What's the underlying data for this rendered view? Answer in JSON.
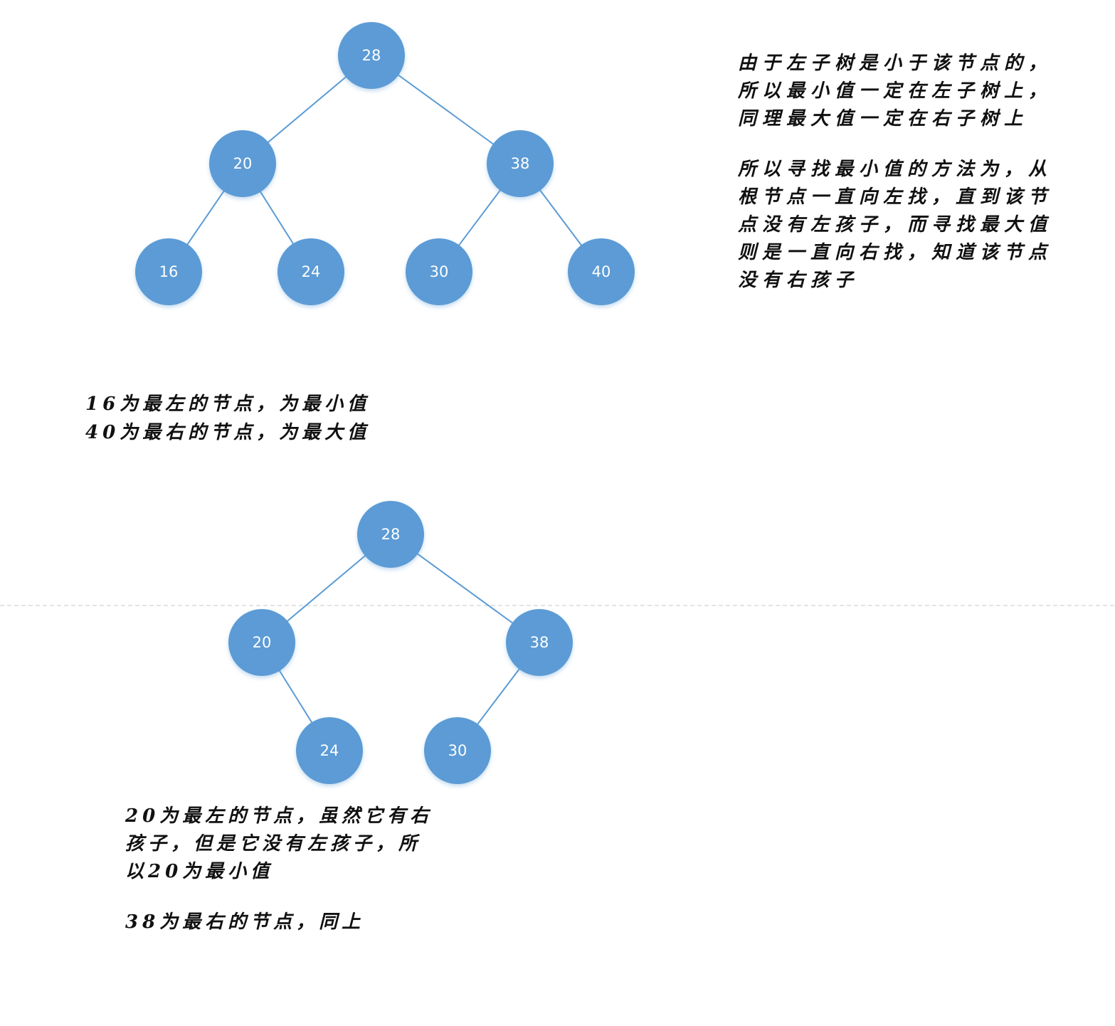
{
  "colors": {
    "node_fill": "#5b9bd5",
    "edge": "#5b9bd5",
    "node_text": "#ffffff",
    "separator": "#c8c8c8"
  },
  "tree1": {
    "nodes": [
      {
        "id": "28",
        "label": "28"
      },
      {
        "id": "20",
        "label": "20"
      },
      {
        "id": "38",
        "label": "38"
      },
      {
        "id": "16",
        "label": "16"
      },
      {
        "id": "24",
        "label": "24"
      },
      {
        "id": "30",
        "label": "30"
      },
      {
        "id": "40",
        "label": "40"
      }
    ],
    "edges": [
      [
        "28",
        "20"
      ],
      [
        "28",
        "38"
      ],
      [
        "20",
        "16"
      ],
      [
        "20",
        "24"
      ],
      [
        "38",
        "30"
      ],
      [
        "38",
        "40"
      ]
    ]
  },
  "tree2": {
    "nodes": [
      {
        "id": "28",
        "label": "28"
      },
      {
        "id": "20",
        "label": "20"
      },
      {
        "id": "38",
        "label": "38"
      },
      {
        "id": "24",
        "label": "24"
      },
      {
        "id": "30",
        "label": "30"
      }
    ],
    "edges": [
      [
        "28",
        "20"
      ],
      [
        "28",
        "38"
      ],
      [
        "20",
        "24"
      ],
      [
        "38",
        "30"
      ]
    ]
  },
  "notes": {
    "right": {
      "p1": [
        "由于左子树是小于该节点的，",
        "所以最小值一定在左子树上，",
        "同理最大值一定在右子树上"
      ],
      "p2": [
        "所以寻找最小值的方法为，从",
        "根节点一直向左找，直到该节",
        "点没有左孩子，而寻找最大值",
        "则是一直向右找，知道该节点",
        "没有右孩子"
      ]
    },
    "tree1": [
      "16为最左的节点，为最小值",
      "40为最右的节点，为最大值"
    ],
    "tree2": {
      "p1": [
        "20为最左的节点，虽然它有右",
        "孩子，但是它没有左孩子，所",
        "以20为最小值"
      ],
      "p2": [
        "38为最右的节点，同上"
      ]
    }
  }
}
